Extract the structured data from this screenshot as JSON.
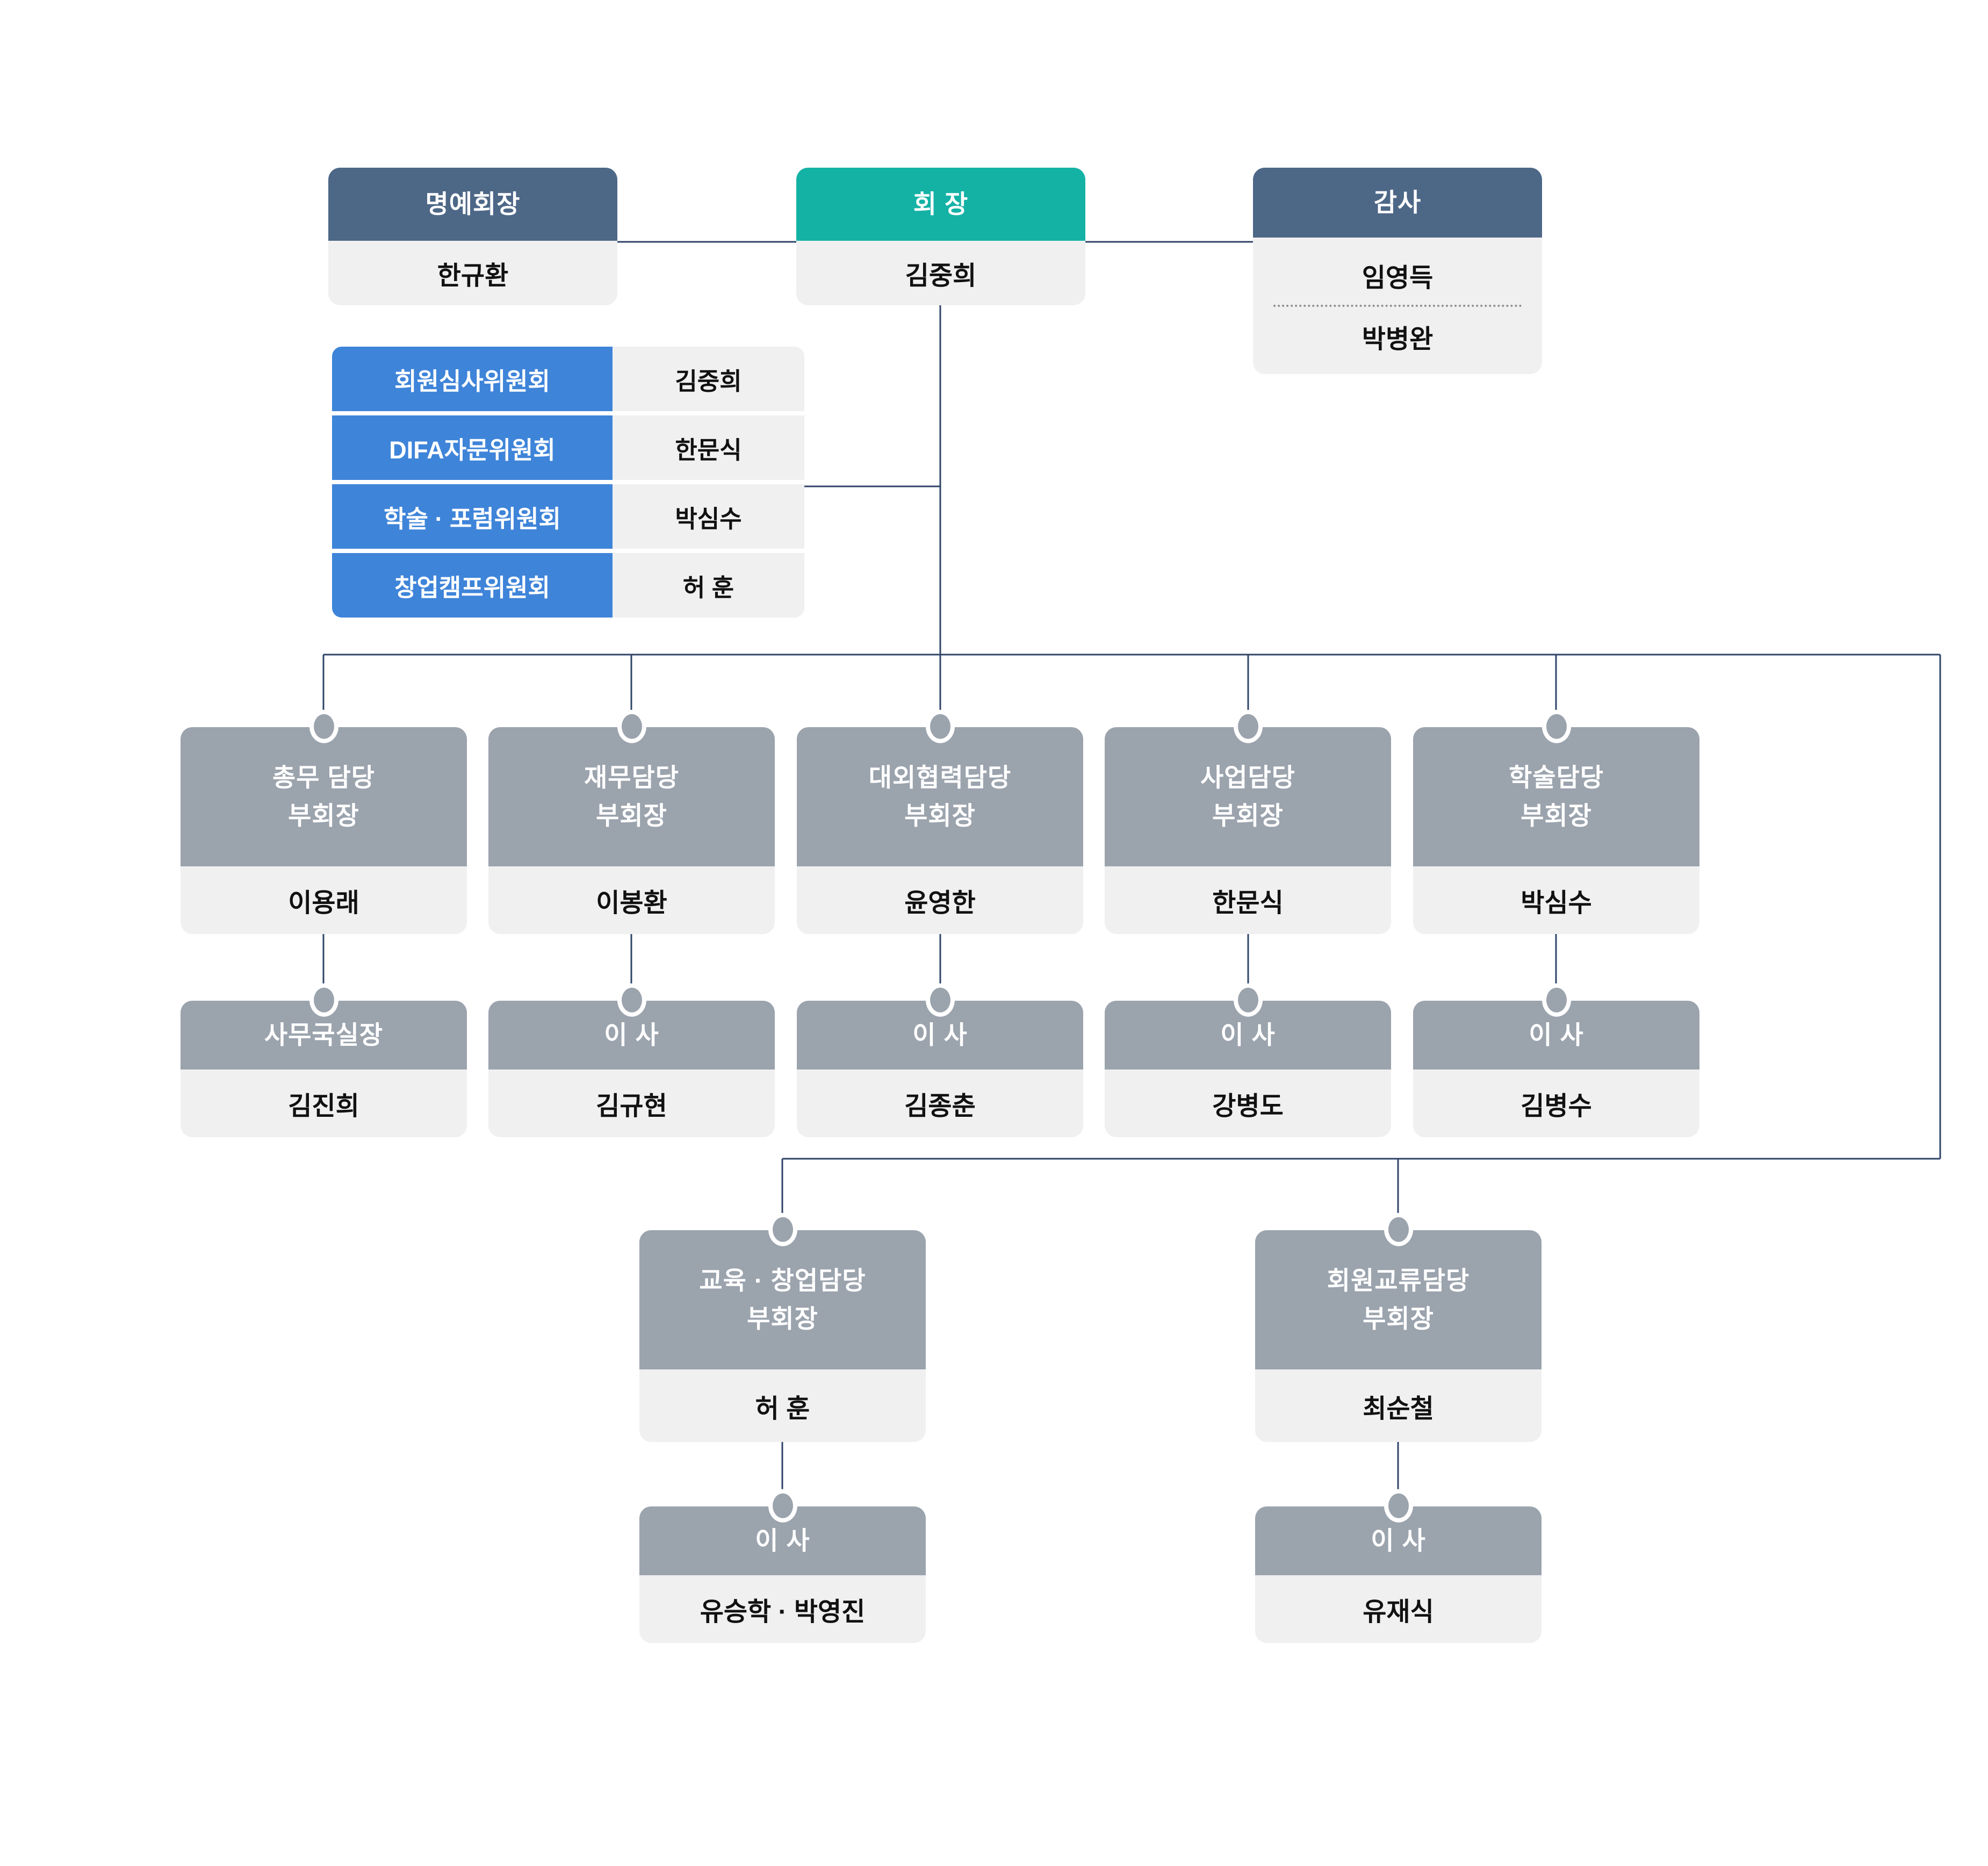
{
  "org": {
    "honorary": {
      "title": "명예회장",
      "name": "한규환"
    },
    "president": {
      "title": "회 장",
      "name": "김중희"
    },
    "auditor": {
      "title": "감사",
      "name1": "임영득",
      "name2": "박병완"
    },
    "committees": [
      {
        "label": "회원심사위원회",
        "name": "김중희"
      },
      {
        "label": "DIFA자문위원회",
        "name": "한문식"
      },
      {
        "label": "학술 · 포럼위원회",
        "name": "박심수"
      },
      {
        "label": "창업캠프위원회",
        "name": "허 훈"
      }
    ],
    "vps": [
      {
        "title": "총무 담당\n부회장",
        "name": "이용래",
        "sub_title": "사무국실장",
        "sub_name": "김진희"
      },
      {
        "title": "재무담당\n부회장",
        "name": "이봉환",
        "sub_title": "이 사",
        "sub_name": "김규현"
      },
      {
        "title": "대외협력담당\n부회장",
        "name": "윤영한",
        "sub_title": "이 사",
        "sub_name": "김종춘"
      },
      {
        "title": "사업담당\n부회장",
        "name": "한문식",
        "sub_title": "이 사",
        "sub_name": "강병도"
      },
      {
        "title": "학술담당\n부회장",
        "name": "박심수",
        "sub_title": "이 사",
        "sub_name": "김병수"
      }
    ],
    "vps2": [
      {
        "title": "교육 · 창업담당\n부회장",
        "name": "허 훈",
        "sub_title": "이 사",
        "sub_name": "유승학 · 박영진"
      },
      {
        "title": "회원교류담당\n부회장",
        "name": "최순철",
        "sub_title": "이 사",
        "sub_name": "유재식"
      }
    ]
  },
  "colors": {
    "navy_header": "#4d6787",
    "teal_header": "#14b2a5",
    "committee_blue": "#3e84d9",
    "gray_header": "#9ba3ad",
    "body_gray": "#f0f0f1",
    "connector_navy": "#2f4468"
  }
}
